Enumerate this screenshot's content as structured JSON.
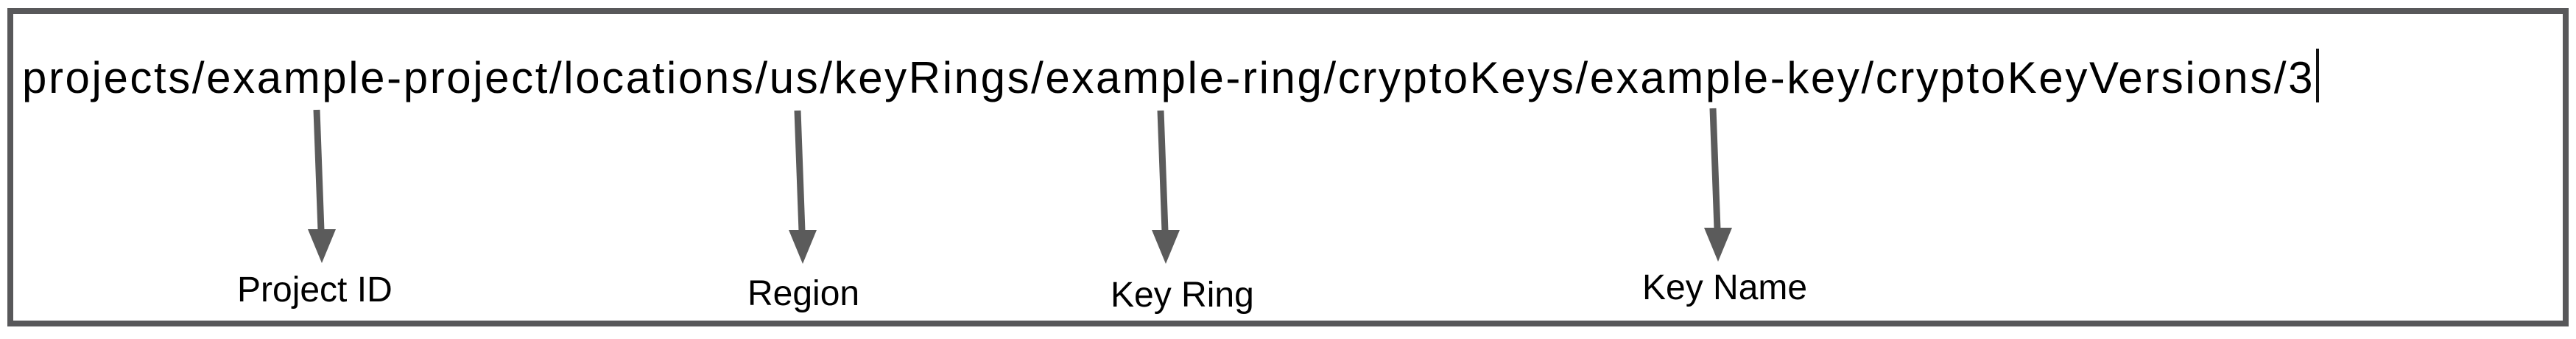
{
  "diagram": {
    "description": "Annotated diagram of a Cloud KMS key version resource path",
    "resource_path": {
      "full_text": "projects/example-project/locations/us/keyRings/example-ring/cryptoKeys/example-key/cryptoKeyVersions/3",
      "cursor_visible": true
    },
    "annotations": [
      {
        "label": "Project ID",
        "points_to_segment": "example-project"
      },
      {
        "label": "Region",
        "points_to_segment": "us"
      },
      {
        "label": "Key Ring",
        "points_to_segment": "example-ring"
      },
      {
        "label": "Key Name",
        "points_to_segment": "example-key"
      }
    ],
    "colors": {
      "background": "#ffffff",
      "border": "#58585a",
      "arrow": "#5b5b5b",
      "text": "#000000"
    }
  }
}
